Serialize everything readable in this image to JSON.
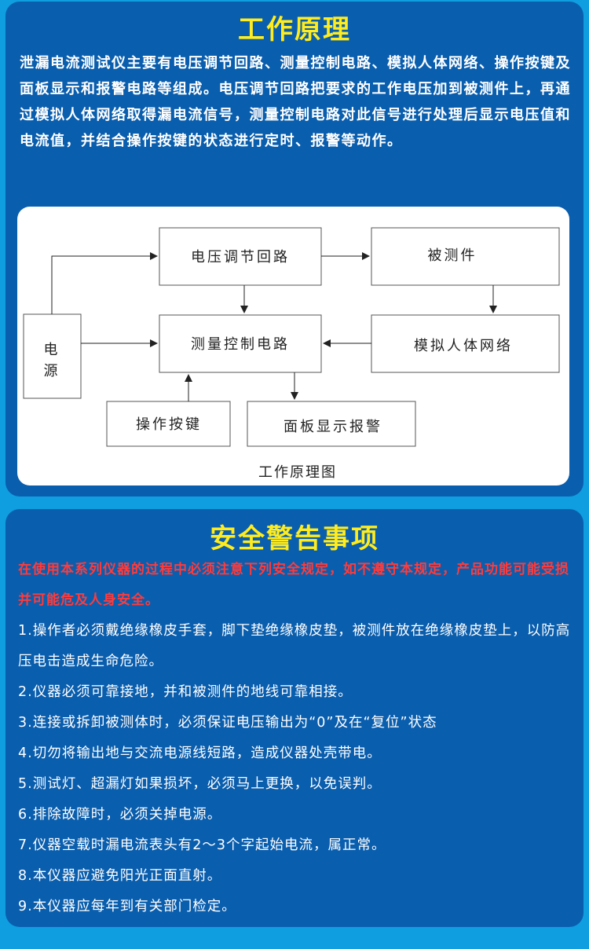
{
  "principle": {
    "title": "工作原理",
    "text": "泄漏电流测试仪主要有电压调节回路、测量控制电路、模拟人体网络、操作按键及面板显示和报警电路等组成。电压调节回路把要求的工作电压加到被测件上，再通过模拟人体网络取得漏电流信号，测量控制电路对此信号进行处理后显示电压值和电流值，并结合操作按键的状态进行定时、报警等动作。",
    "diagram": {
      "boxes": {
        "power": "电源",
        "voltage": "电压调节回路",
        "dut": "被测件",
        "measure": "测量控制电路",
        "human": "模拟人体网络",
        "keys": "操作按键",
        "display": "面板显示报警"
      },
      "caption": "工作原理图"
    }
  },
  "safety": {
    "title": "安全警告事项",
    "warning": "在使用本系列仪器的过程中必须注意下列安全规定，如不遵守本规定，产品功能可能受损并可能危及人身安全。",
    "rules": [
      "1.操作者必须戴绝缘橡皮手套，脚下垫绝缘橡皮垫，被测件放在绝缘橡皮垫上，以防高压电击造成生命危险。",
      "2.仪器必须可靠接地，并和被测件的地线可靠相接。",
      "3.连接或拆卸被测体时，必须保证电压输出为“0”及在“复位”状态",
      "4.切勿将输出地与交流电源线短路，造成仪器处壳带电。",
      "5.测试灯、超漏灯如果损坏，必须马上更换，以免误判。",
      "6.排除故障时，必须关掉电源。",
      "7.仪器空载时漏电流表头有2～3个字起始电流，属正常。",
      "8.本仪器应避免阳光正面直射。",
      "9.本仪器应每年到有关部门检定。"
    ]
  },
  "colors": {
    "background": "#0f9ee0",
    "panel": "#0a5eae",
    "title": "#ffec1f",
    "warning": "#ff3b3b"
  }
}
